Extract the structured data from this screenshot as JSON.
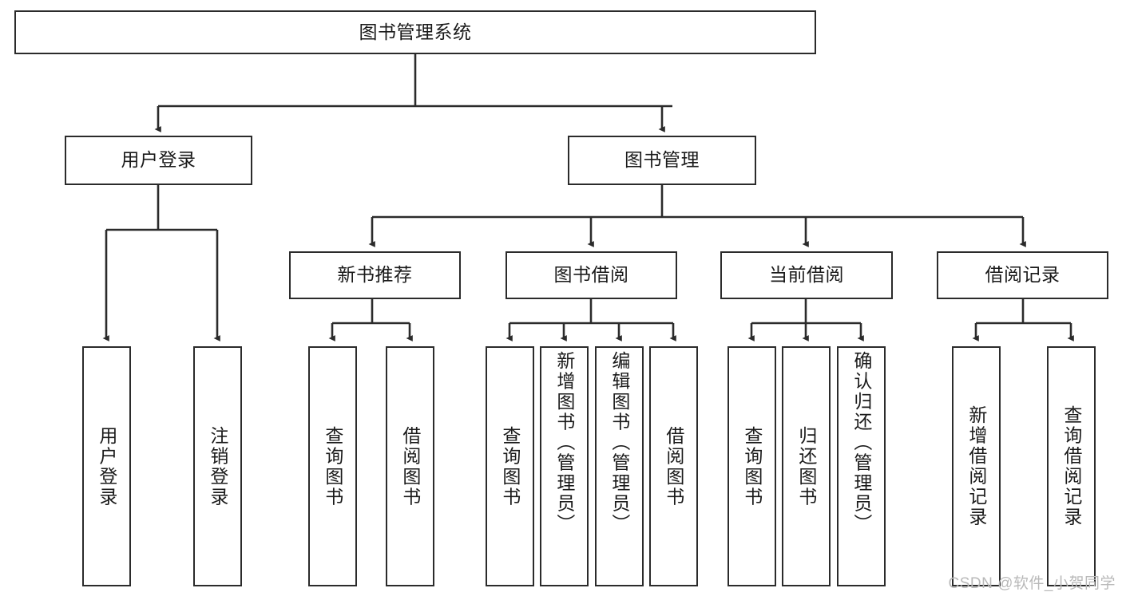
{
  "diagram": {
    "type": "tree-hierarchy",
    "title": "图书管理系统",
    "colors": {
      "stroke": "#2b2b2b",
      "fill": "#ffffff",
      "text": "#1a1a1a",
      "watermark": "#b9b9b9"
    },
    "root": {
      "label": "图书管理系统"
    },
    "level2": [
      {
        "label": "用户登录"
      },
      {
        "label": "图书管理"
      }
    ],
    "level3": [
      {
        "label": "新书推荐"
      },
      {
        "label": "图书借阅"
      },
      {
        "label": "当前借阅"
      },
      {
        "label": "借阅记录"
      }
    ],
    "leaves": {
      "user_login": [
        {
          "label": "用户登录"
        },
        {
          "label": "注销登录"
        }
      ],
      "new_book": [
        {
          "label": "查询图书"
        },
        {
          "label": "借阅图书"
        }
      ],
      "book_borrow": [
        {
          "label": "查询图书"
        },
        {
          "label": "新增图书（管理员）"
        },
        {
          "label": "编辑图书（管理员）"
        },
        {
          "label": "借阅图书"
        }
      ],
      "current_borrow": [
        {
          "label": "查询图书"
        },
        {
          "label": "归还图书"
        },
        {
          "label": "确认归还（管理员）"
        }
      ],
      "borrow_record": [
        {
          "label": "新增借阅记录"
        },
        {
          "label": "查询借阅记录"
        }
      ]
    }
  },
  "watermark": {
    "text": "CSDN @软件_小贺同学"
  }
}
